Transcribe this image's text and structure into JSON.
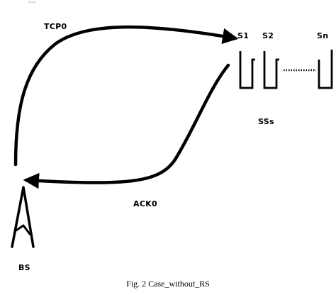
{
  "diagram": {
    "top_fragment": "...",
    "messages": {
      "forward": "TCP0",
      "reply": "ACK0"
    },
    "subscriber_stations": [
      "S1",
      "S2",
      "Sn"
    ],
    "ss_group_label": "SSs",
    "base_station_label": "BS",
    "caption": "Fig. 2 Case_without_RS"
  }
}
